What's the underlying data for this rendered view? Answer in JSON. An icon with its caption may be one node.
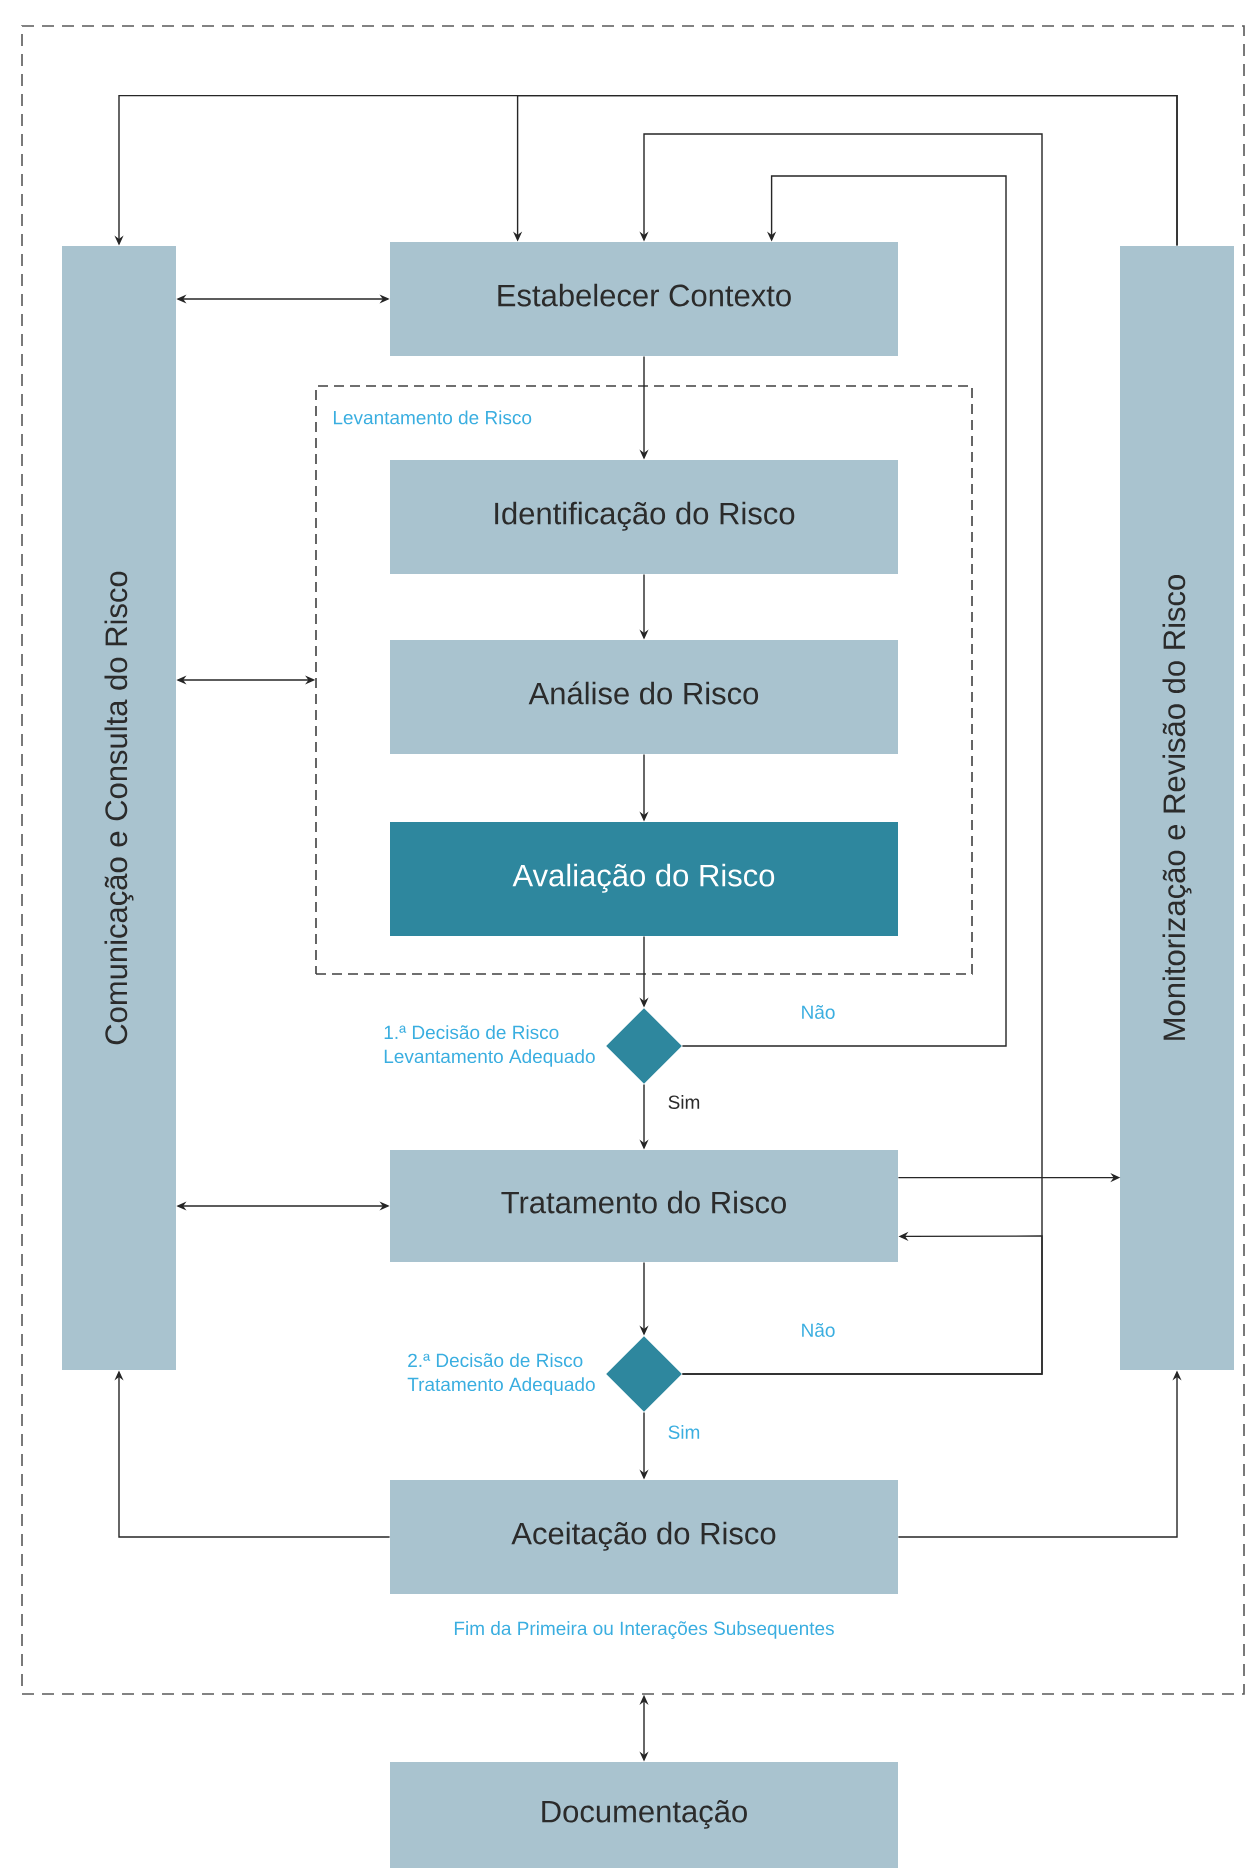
{
  "diagram": {
    "nodes": [
      {
        "text": [],
        "shape": "box"
      },
      {
        "text": [
          "Comunicação e Consulta do Risco"
        ],
        "in": 0
      },
      {
        "text": [
          "Estabelecer Contexto"
        ],
        "in": 0
      },
      {
        "text": [
          "Levantamento de Risco"
        ],
        "in": 0
      },
      {
        "text": [
          "Identificação do Risco"
        ],
        "in": 3
      },
      {
        "text": [
          "Análise do Risco"
        ],
        "in": 3
      },
      {
        "text": [
          "Avaliação do Risco"
        ],
        "in": 3
      },
      {
        "text": [],
        "shape": "diamond",
        "beside": [
          "1.ª Decisão de Risco",
          "Levantamento Adequado"
        ],
        "in": 0
      },
      {
        "text": [
          "Tratamento do Risco"
        ],
        "in": 0
      },
      {
        "text": [],
        "shape": "diamond",
        "beside": [
          "2.ª Decisão de Risco",
          "Tratamento Adequado"
        ],
        "in": 0
      },
      {
        "text": [
          "Aceitação do Risco"
        ],
        "in": 0
      },
      {
        "text": [
          "Monitorização e Revisão do Risco"
        ],
        "in": 0
      },
      {
        "text": [
          "Documentação"
        ]
      }
    ],
    "edges": [
      {
        "from": 1,
        "to": 2,
        "arrow": "both"
      },
      {
        "from": 1,
        "to": 3,
        "arrow": "both"
      },
      {
        "from": 1,
        "to": 8,
        "arrow": "both"
      },
      {
        "from": 11,
        "to": 1,
        "arrow": "to"
      },
      {
        "from": 11,
        "to": 2,
        "arrow": "to"
      },
      {
        "from": 2,
        "to": 4,
        "arrow": "to"
      },
      {
        "from": 4,
        "to": 5,
        "arrow": "to"
      },
      {
        "from": 5,
        "to": 6,
        "arrow": "to"
      },
      {
        "from": 6,
        "to": 7,
        "arrow": "to"
      },
      {
        "from": 7,
        "to": 8,
        "arrow": "to",
        "label": "Sim"
      },
      {
        "from": 7,
        "to": 2,
        "arrow": "to",
        "label": "Não"
      },
      {
        "from": 8,
        "to": 11,
        "arrow": "to"
      },
      {
        "from": 8,
        "to": 9,
        "arrow": "to"
      },
      {
        "from": 9,
        "to": 10,
        "arrow": "to",
        "label": "Sim"
      },
      {
        "from": 9,
        "to": 8,
        "arrow": "to",
        "label": "Não"
      },
      {
        "from": 9,
        "to": 2,
        "arrow": "to"
      },
      {
        "from": 10,
        "to": 1,
        "arrow": "to"
      },
      {
        "from": 10,
        "to": 11,
        "arrow": "to"
      },
      {
        "from": 0,
        "to": 12,
        "arrow": "both"
      }
    ],
    "labels": [
      "Fim da Primeira ou Interações Subsequentes"
    ]
  }
}
